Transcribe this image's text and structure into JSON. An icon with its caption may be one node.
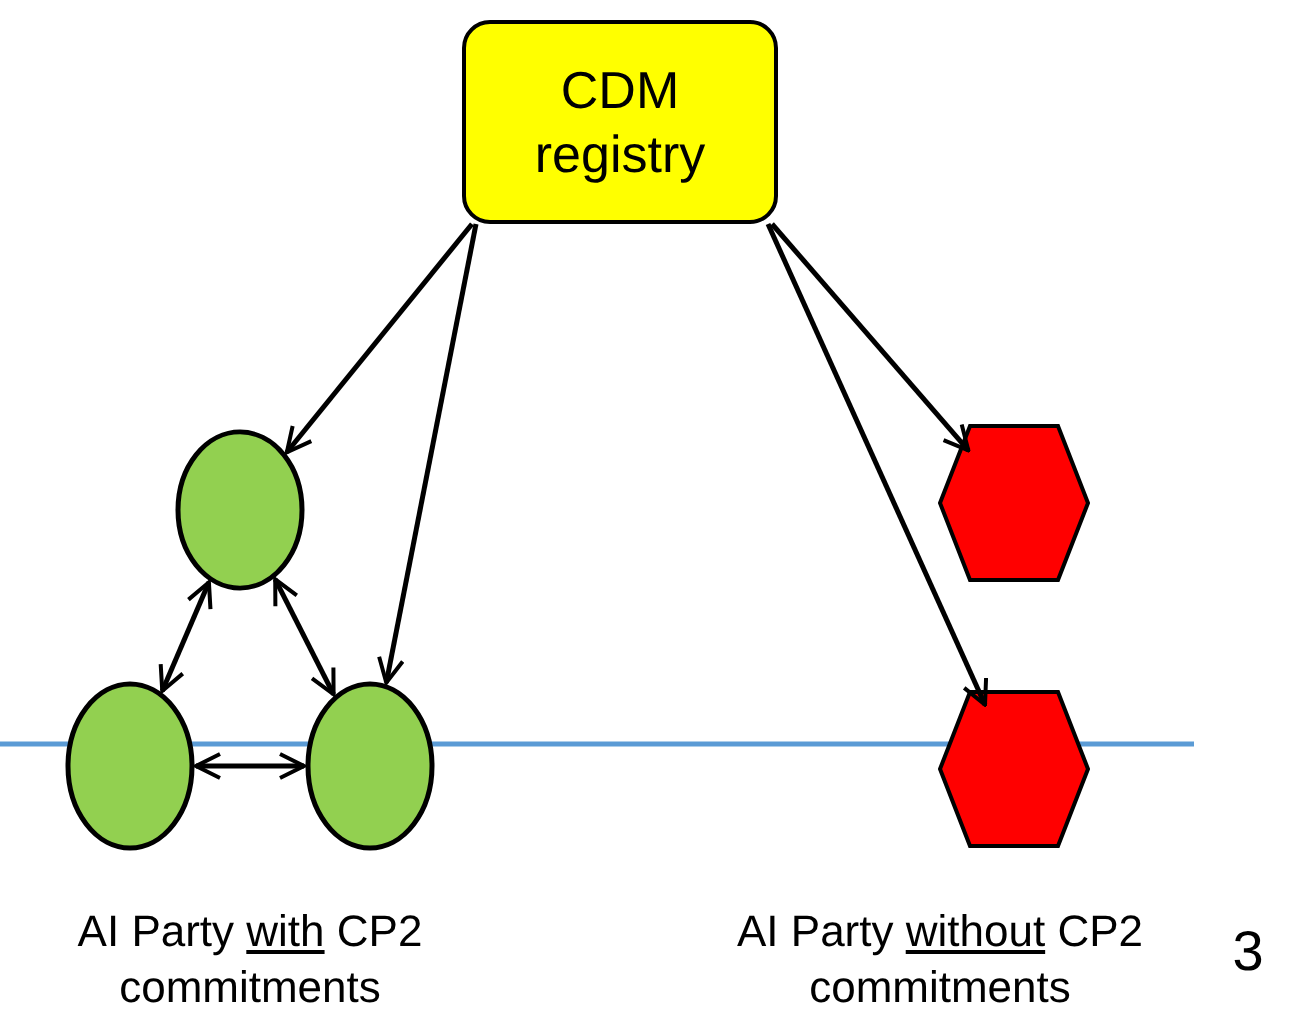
{
  "diagram": {
    "nodes": [
      {
        "text": [
          "CDM registry"
        ]
      },
      {
        "text": [],
        "shape": "circle"
      },
      {
        "text": [],
        "shape": "circle"
      },
      {
        "text": [],
        "shape": "circle"
      },
      {
        "text": [],
        "shape": "hexagon"
      },
      {
        "text": [],
        "shape": "hexagon"
      }
    ],
    "edges": [
      {
        "from": 0,
        "to": 1,
        "arrow": "to"
      },
      {
        "from": 0,
        "to": 3,
        "arrow": "to"
      },
      {
        "from": 0,
        "to": 4,
        "arrow": "to"
      },
      {
        "from": 0,
        "to": 5,
        "arrow": "to"
      },
      {
        "from": 1,
        "to": 2,
        "arrow": "both"
      },
      {
        "from": 1,
        "to": 3,
        "arrow": "both"
      },
      {
        "from": 2,
        "to": 3,
        "arrow": "both"
      }
    ],
    "labels": [
      "AI Party *with* CP2 commitments",
      "AI Party *without* CP2 commitments",
      "3"
    ]
  }
}
